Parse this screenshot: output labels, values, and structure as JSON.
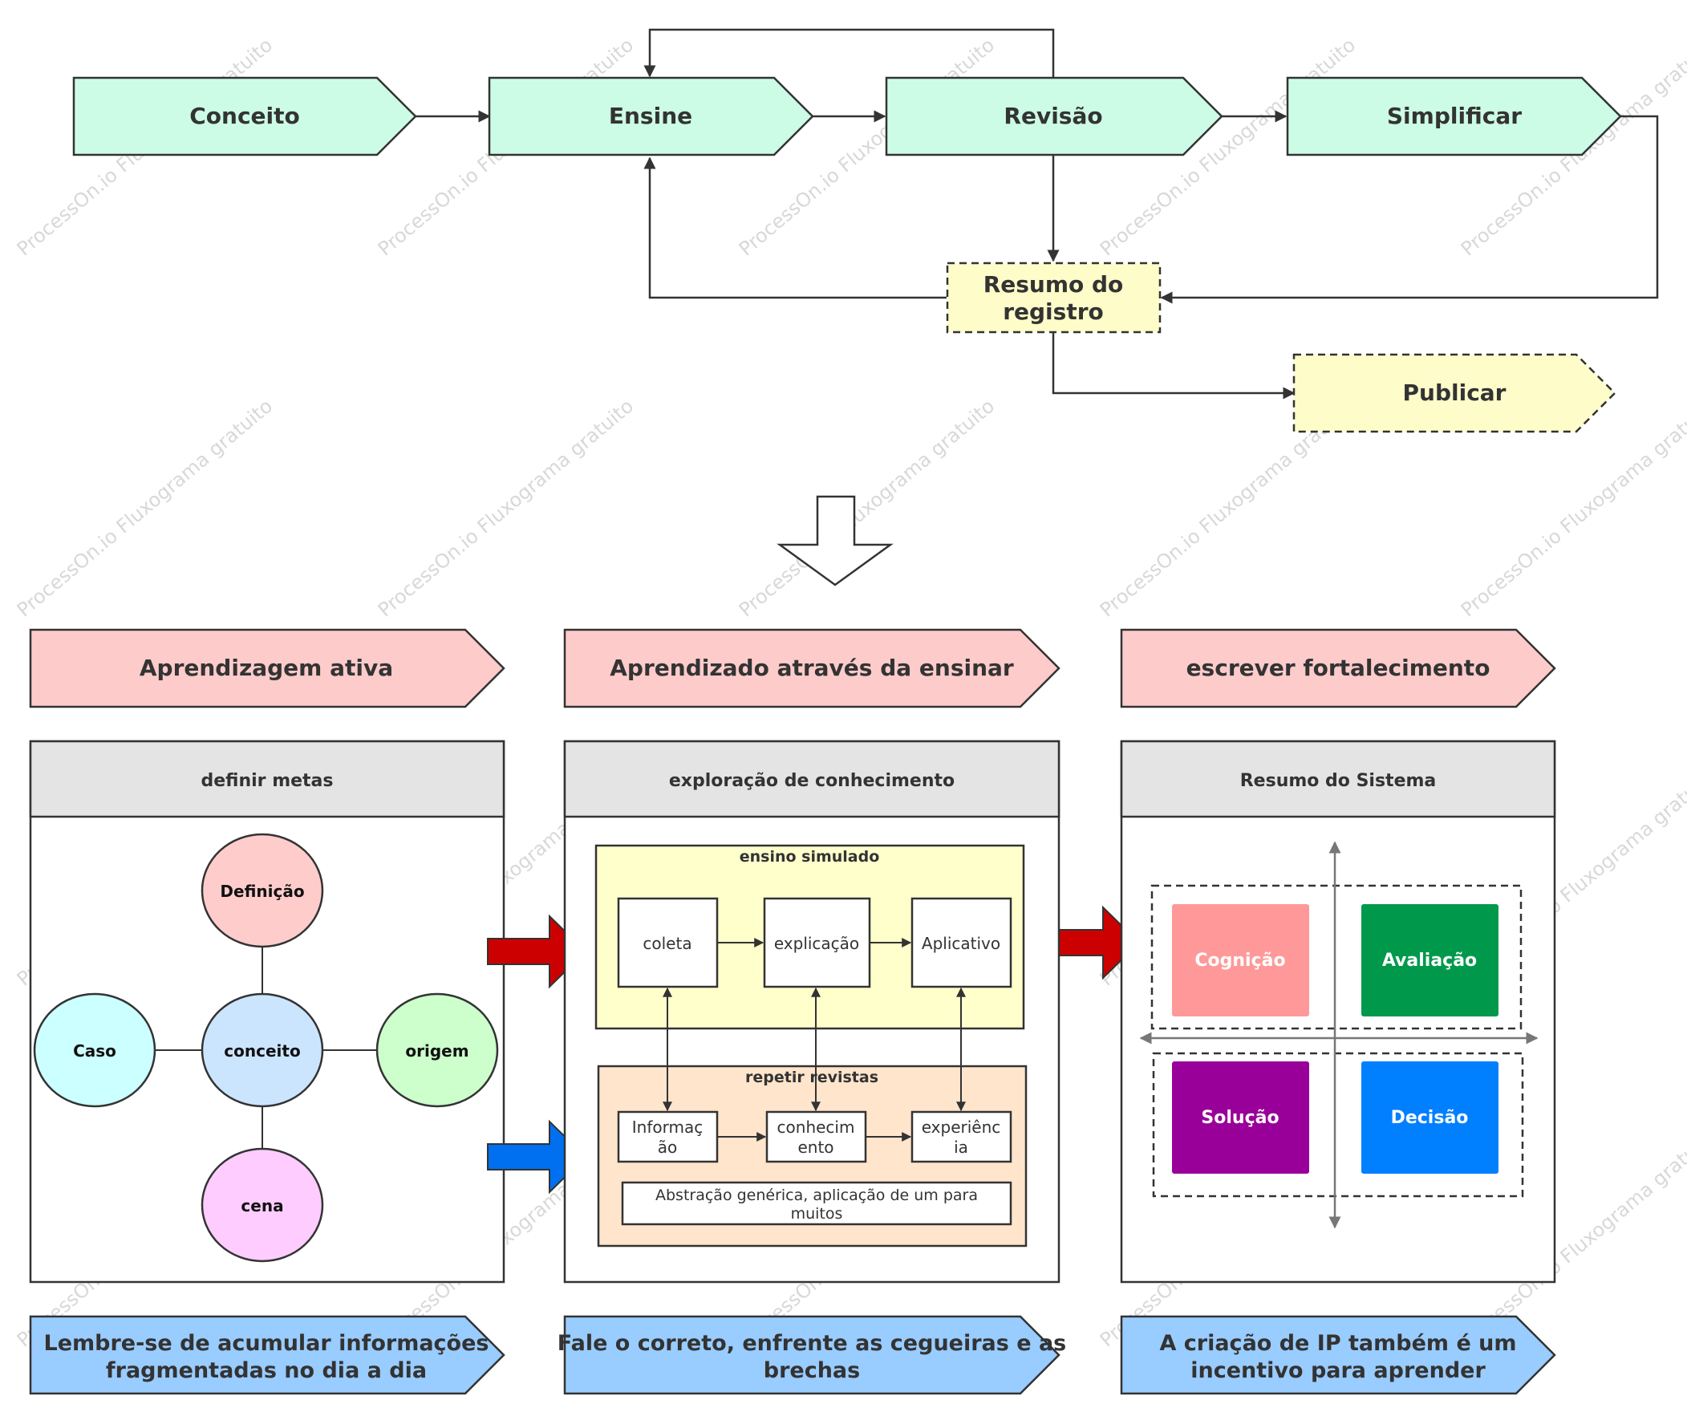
{
  "watermark": "ProcessOn.io Fluxograma gratuito",
  "flow": {
    "conceito": "Conceito",
    "ensine": "Ensine",
    "revisao": "Revisão",
    "simplificar": "Simplificar",
    "resumo_line1": "Resumo do",
    "resumo_line2": "registro",
    "publicar": "Publicar"
  },
  "columns": [
    {
      "header": "Aprendizagem ativa",
      "panel_title": "definir metas",
      "footer_line1": "Lembre-se de acumular informações",
      "footer_line2": "fragmentadas no dia a dia"
    },
    {
      "header": "Aprendizado através da ensinar",
      "panel_title": "exploração de conhecimento",
      "footer_line1": "Fale o correto, enfrente as cegueiras e as",
      "footer_line2": "brechas"
    },
    {
      "header": "escrever fortalecimento",
      "panel_title": "Resumo do Sistema",
      "footer_line1": "A criação de IP também é um",
      "footer_line2": "incentivo para aprender"
    }
  ],
  "mindmap": {
    "center": "conceito",
    "top": "Definição",
    "left": "Caso",
    "right": "origem",
    "bottom": "cena"
  },
  "teaching": {
    "title": "ensino simulado",
    "boxes": [
      "coleta",
      "explicação",
      "Aplicativo"
    ]
  },
  "review": {
    "title": "repetir revistas",
    "boxes": [
      {
        "line1": "Informaç",
        "line2": "ão"
      },
      {
        "line1": "conhecim",
        "line2": "ento"
      },
      {
        "line1": "experiênc",
        "line2": "ia"
      }
    ],
    "abstraction_line1": "Abstração genérica, aplicação de um para",
    "abstraction_line2": "muitos"
  },
  "quadrants": {
    "top_left": "Cognição",
    "top_right": "Avaliação",
    "bottom_left": "Solução",
    "bottom_right": "Decisão"
  },
  "colors": {
    "mint": "#ccfce6",
    "pale_yellow": "#fefdca",
    "pink_header": "#fecbcb",
    "blue_footer": "#99ccff",
    "panel_header": "#e4e4e4",
    "definicao": "#ffcccc",
    "caso": "#ccffff",
    "conceito_node": "#cce5ff",
    "origem": "#ccffcc",
    "cena": "#ffccff",
    "teaching_bg": "#ffffcc",
    "review_bg": "#ffe5cc",
    "red_arrow": "#cc0000",
    "blue_arrow": "#0070f0",
    "cognicao": "#ff9999",
    "avaliacao": "#00994c",
    "solucao": "#990099",
    "decisao": "#007fff"
  }
}
